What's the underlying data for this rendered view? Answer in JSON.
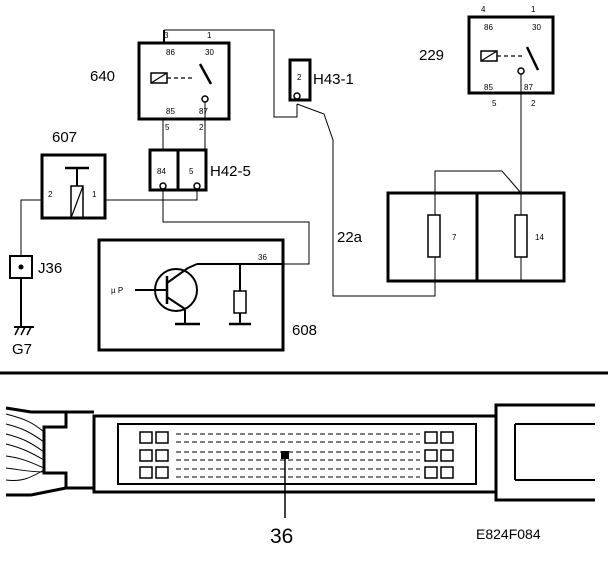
{
  "components": {
    "relay_640": {
      "label": "640",
      "pins": {
        "p3": "3",
        "p1": "1",
        "p86": "86",
        "p30": "30",
        "p85": "85",
        "p87": "87"
      }
    },
    "relay_229": {
      "label": "229",
      "pins": {
        "p4": "4",
        "p1": "1",
        "p86": "86",
        "p30": "30",
        "p85": "85",
        "p87": "87"
      }
    },
    "connector_h43_1": {
      "label": "H43-1",
      "pin": "2"
    },
    "connector_h42_5": {
      "label": "H42-5",
      "pin_a": "84",
      "pin_b": "5"
    },
    "switch_607": {
      "label": "607",
      "pin_left": "2",
      "pin_right": "1"
    },
    "ground_point_j36": {
      "label": "J36"
    },
    "ground_g7": {
      "label": "G7"
    },
    "control_unit_608": {
      "label": "608",
      "pin": "36",
      "input": "µ P"
    },
    "fusebox": {
      "fuse_left": "7",
      "fuse_right": "14"
    }
  },
  "wires": {
    "w640_86": "5",
    "w640_87": "2",
    "w229_85": "5",
    "w229_87": "2",
    "fuse_feed": "22a"
  },
  "connector_view": {
    "pin_callout": "36"
  },
  "drawing_id": "E824F084"
}
